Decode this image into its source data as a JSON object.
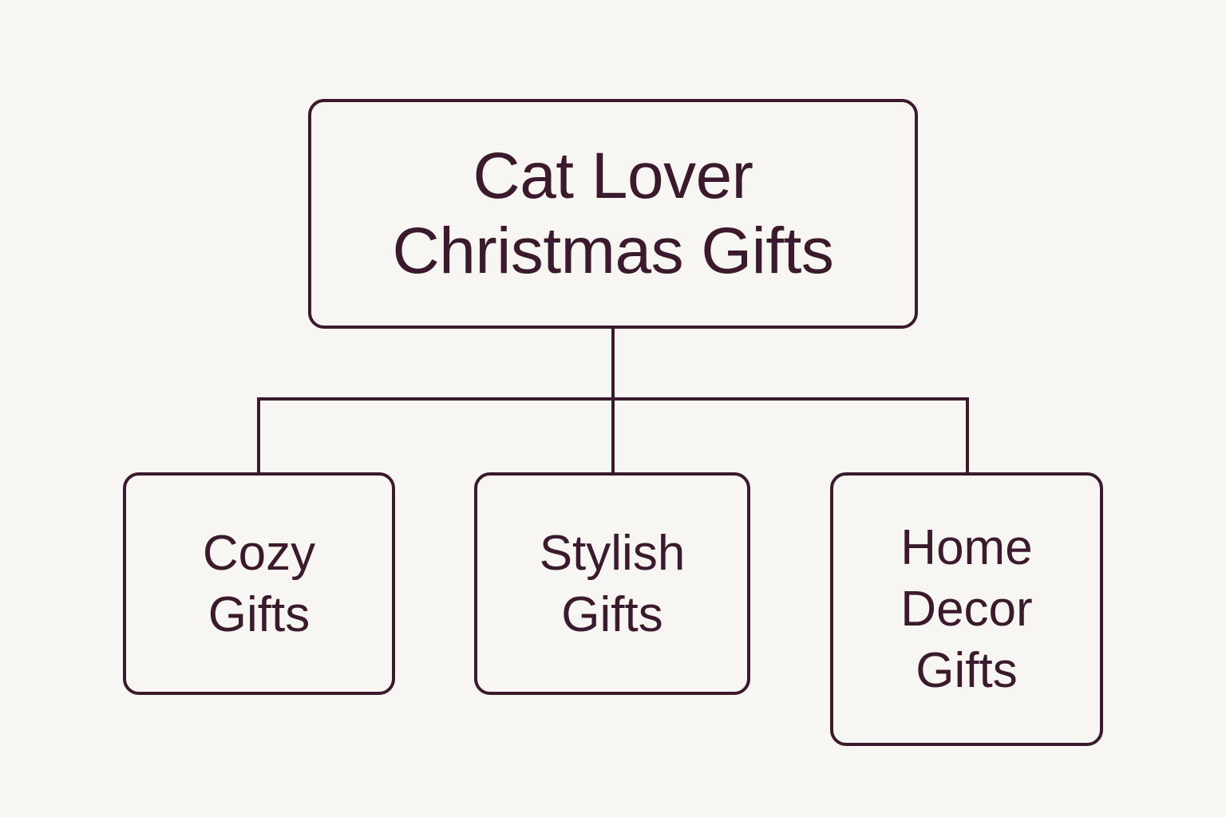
{
  "diagram": {
    "type": "tree",
    "colors": {
      "background": "#f8f6f3",
      "stroke": "#3a1a2c",
      "text": "#3a1a2c"
    },
    "root": {
      "lines": [
        "Cat Lover",
        "Christmas Gifts"
      ]
    },
    "children": [
      {
        "lines": [
          "Cozy",
          "Gifts"
        ]
      },
      {
        "lines": [
          "Stylish",
          "Gifts"
        ]
      },
      {
        "lines": [
          "Home",
          "Decor",
          "Gifts"
        ]
      }
    ],
    "edges": [
      {
        "from": "root",
        "to": "children.0"
      },
      {
        "from": "root",
        "to": "children.1"
      },
      {
        "from": "root",
        "to": "children.2"
      }
    ]
  }
}
